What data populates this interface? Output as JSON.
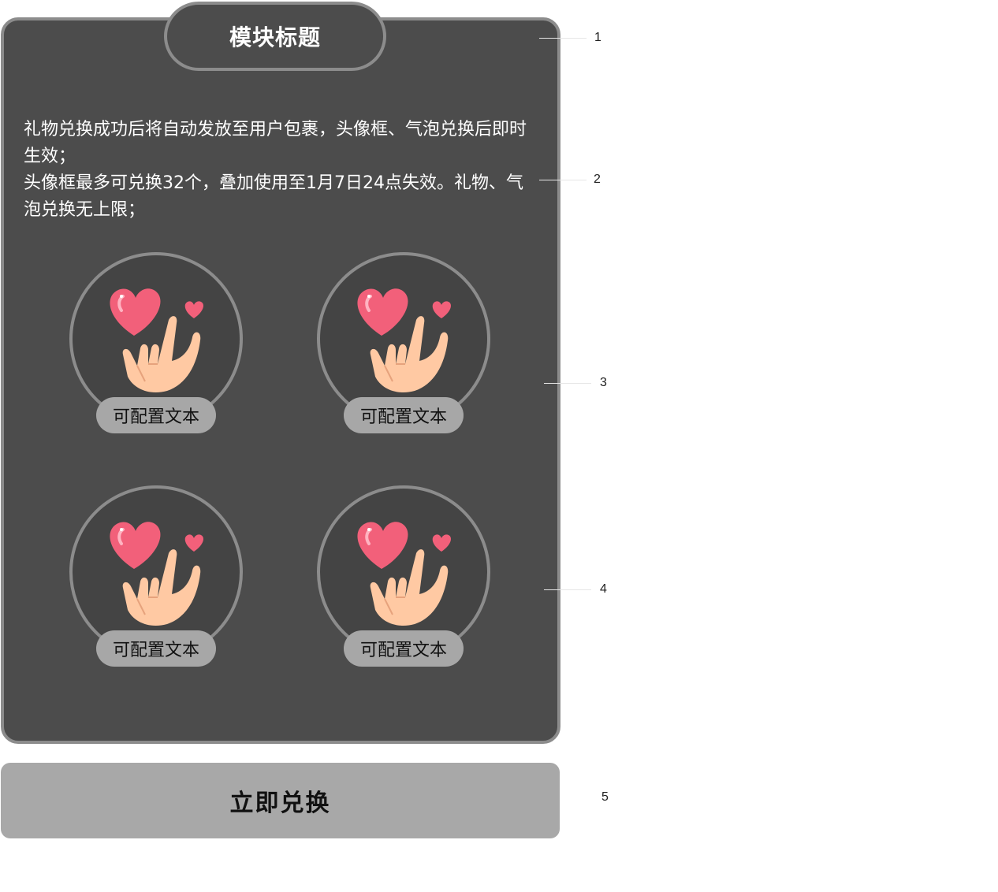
{
  "module": {
    "title": "模块标题",
    "description": [
      "礼物兑换成功后将自动发放至用户包裹，头像框、气泡兑换后即时生效；",
      "头像框最多可兑换32个，叠加使用至1月7日24点失效。礼物、气泡兑换无上限；"
    ]
  },
  "gifts": [
    {
      "label": "可配置文本",
      "icon": "heart-hand-gift-icon"
    },
    {
      "label": "可配置文本",
      "icon": "heart-hand-gift-icon"
    },
    {
      "label": "可配置文本",
      "icon": "heart-hand-gift-icon"
    },
    {
      "label": "可配置文本",
      "icon": "heart-hand-gift-icon"
    }
  ],
  "redeem_button": {
    "label": "立即兑换"
  },
  "annotations": [
    "1",
    "2",
    "3",
    "4",
    "5"
  ],
  "colors": {
    "card_bg": "#4c4c4c",
    "card_border": "#8c8c8c",
    "label_bg": "#a7a7a7",
    "button_bg": "#a8a8a8",
    "heart": "#f2607a",
    "hand": "#ffc9a3"
  }
}
